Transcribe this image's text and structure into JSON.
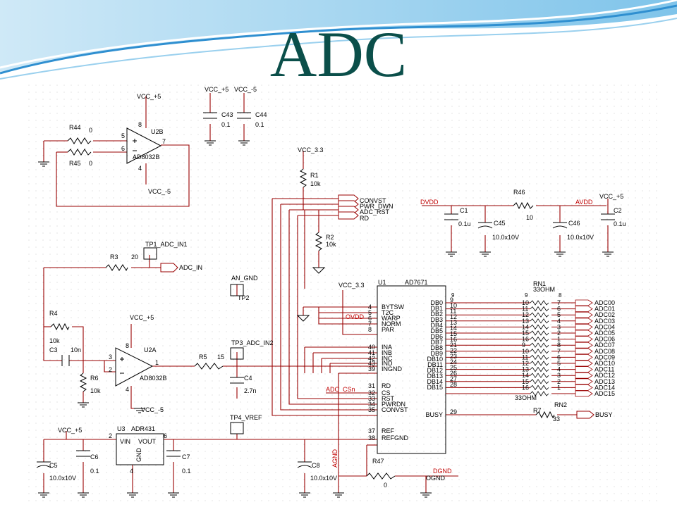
{
  "title": "ADC",
  "labels": {
    "vcc5": "VCC_+5",
    "vccm5": "VCC_-5",
    "vcc33": "VCC_3.3",
    "dvdd": "DVDD",
    "avdd": "AVDD",
    "ovdd": "OVDD",
    "agnd": "AGND",
    "dgnd": "DGND",
    "ognd": "OGND",
    "adc_csn": "ADC_CSn",
    "adc_in": "ADC_IN",
    "an_gnd": "AN_GND",
    "busy": "BUSY",
    "convst": "CONVST",
    "pwr_dwn": "PWR_DWN",
    "adc_rst": "ADC_RST",
    "rd": "RD"
  },
  "components": {
    "r44": {
      "ref": "R44",
      "value": "0"
    },
    "r45": {
      "ref": "R45",
      "value": "0"
    },
    "u2b": {
      "ref": "U2B",
      "part": "AD8032B",
      "pin_plus": "5",
      "pin_minus": "6",
      "pin_out": "7",
      "pin_v8": "8",
      "pin_v4": "4"
    },
    "c43": {
      "ref": "C43",
      "value": "0.1"
    },
    "c44": {
      "ref": "C44",
      "value": "0.1"
    },
    "r1": {
      "ref": "R1",
      "value": "10k"
    },
    "r2": {
      "ref": "R2",
      "value": "10k"
    },
    "tp1": {
      "ref": "TP1_ADC_IN1"
    },
    "r3": {
      "ref": "R3",
      "value": "20"
    },
    "tp2": {
      "ref": "TP2"
    },
    "r4": {
      "ref": "R4",
      "value": "10k"
    },
    "c3": {
      "ref": "C3",
      "value": "10n"
    },
    "r6": {
      "ref": "R6",
      "value": "10k"
    },
    "u2a": {
      "ref": "U2A",
      "part": "AD8032B",
      "pin_plus": "3",
      "pin_minus": "2",
      "pin_out": "1",
      "pin_v8": "8",
      "pin_v4": "4"
    },
    "r5": {
      "ref": "R5",
      "value": "15"
    },
    "tp3": {
      "ref": "TP3_ADC_IN2"
    },
    "c4": {
      "ref": "C4",
      "value": "2.7n"
    },
    "tp4": {
      "ref": "TP4_VREF"
    },
    "u3": {
      "ref": "U3",
      "part": "ADR431",
      "vin": "VIN",
      "vout": "VOUT",
      "gnd": "GND",
      "pin_in": "2",
      "pin_out": "6",
      "pin_gnd": "4"
    },
    "c5": {
      "ref": "C5",
      "value": "10.0x10V"
    },
    "c6": {
      "ref": "C6",
      "value": "0.1"
    },
    "c7": {
      "ref": "C7",
      "value": "0.1"
    },
    "c8": {
      "ref": "C8",
      "value": "10.0x10V"
    },
    "r47": {
      "ref": "R47",
      "value": "0"
    },
    "c1": {
      "ref": "C1",
      "value": "0.1u"
    },
    "c45": {
      "ref": "C45",
      "value": "10.0x10V"
    },
    "r46": {
      "ref": "R46",
      "value": "10"
    },
    "c46": {
      "ref": "C46",
      "value": "10.0x10V"
    },
    "c2": {
      "ref": "C2",
      "value": "0.1u"
    },
    "u1": {
      "ref": "U1",
      "part": "AD7671"
    },
    "rn1": {
      "ref": "RN1",
      "value": "33OHM"
    },
    "rn2": {
      "ref": "RN2",
      "value": "33OHM"
    },
    "r7": {
      "ref": "R7",
      "value": "33"
    }
  },
  "u1_left_pins": [
    {
      "num": "4",
      "name": "BYTSW"
    },
    {
      "num": "5",
      "name": "T2C"
    },
    {
      "num": "6",
      "name": "WARP"
    },
    {
      "num": "7",
      "name": "NORM"
    },
    {
      "num": "8",
      "name": "PAR"
    },
    {
      "num": "40",
      "name": "INA"
    },
    {
      "num": "41",
      "name": "INB"
    },
    {
      "num": "42",
      "name": "INC"
    },
    {
      "num": "43",
      "name": "IND"
    },
    {
      "num": "39",
      "name": "INGND"
    },
    {
      "num": "31",
      "name": "RD"
    },
    {
      "num": "32",
      "name": "CS"
    },
    {
      "num": "33",
      "name": "RST"
    },
    {
      "num": "34",
      "name": "PWRDN"
    },
    {
      "num": "35",
      "name": "CONVST"
    },
    {
      "num": "37",
      "name": "REF"
    },
    {
      "num": "38",
      "name": "REFGND"
    }
  ],
  "u1_right_pins": [
    {
      "num": "9",
      "name": "DB0"
    },
    {
      "num": "10",
      "name": "DB1"
    },
    {
      "num": "11",
      "name": "DB2"
    },
    {
      "num": "12",
      "name": "DB3"
    },
    {
      "num": "13",
      "name": "DB4"
    },
    {
      "num": "14",
      "name": "DB5"
    },
    {
      "num": "15",
      "name": "DB6"
    },
    {
      "num": "16",
      "name": "DB7"
    },
    {
      "num": "21",
      "name": "DB8"
    },
    {
      "num": "22",
      "name": "DB9"
    },
    {
      "num": "23",
      "name": "DB10"
    },
    {
      "num": "24",
      "name": "DB11"
    },
    {
      "num": "25",
      "name": "DB12"
    },
    {
      "num": "26",
      "name": "DB13"
    },
    {
      "num": "27",
      "name": "DB14"
    },
    {
      "num": "28",
      "name": "DB15"
    },
    {
      "num": "29",
      "name": "BUSY"
    }
  ],
  "rn_pins": [
    {
      "in": "10",
      "out": "7"
    },
    {
      "in": "11",
      "out": "6"
    },
    {
      "in": "12",
      "out": "5"
    },
    {
      "in": "13",
      "out": "4"
    },
    {
      "in": "14",
      "out": "3"
    },
    {
      "in": "15",
      "out": "2"
    },
    {
      "in": "16",
      "out": "1"
    },
    {
      "in": "9",
      "out": "8"
    },
    {
      "in": "10",
      "out": "7"
    },
    {
      "in": "11",
      "out": "6"
    },
    {
      "in": "12",
      "out": "5"
    },
    {
      "in": "13",
      "out": "4"
    },
    {
      "in": "14",
      "out": "3"
    },
    {
      "in": "15",
      "out": "2"
    },
    {
      "in": "16",
      "out": "1"
    }
  ],
  "rn1_top_pins": {
    "in": "9",
    "out": "8"
  },
  "outputs": [
    "ADC00",
    "ADC01",
    "ADC02",
    "ADC03",
    "ADC04",
    "ADC05",
    "ADC06",
    "ADC07",
    "ADC08",
    "ADC09",
    "ADC10",
    "ADC11",
    "ADC12",
    "ADC13",
    "ADC14",
    "ADC15"
  ],
  "colors": {
    "title": "#0b4f4a",
    "wire": "#990000",
    "net": "#c00000",
    "comp": "#000000",
    "grid": "#d6d6d6"
  }
}
